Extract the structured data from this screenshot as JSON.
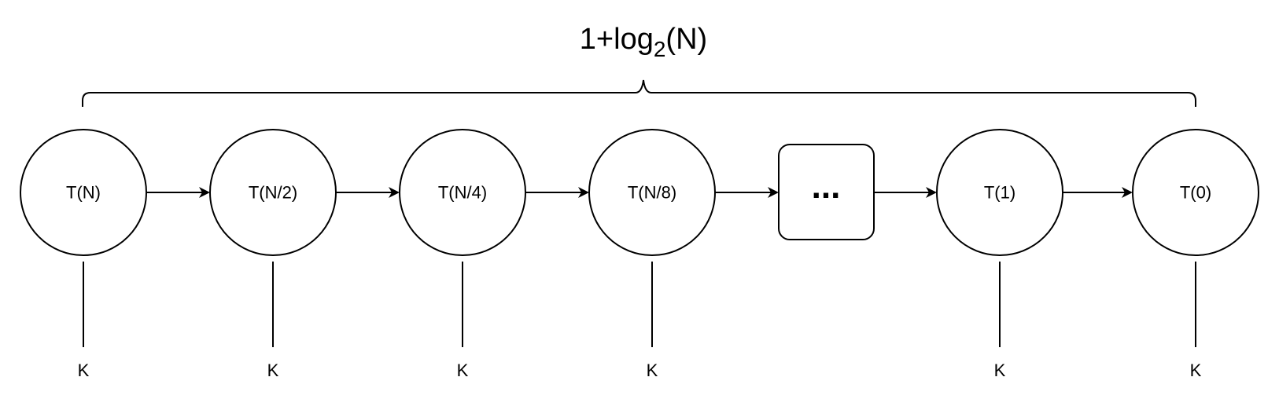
{
  "title": {
    "prefix": "1+log",
    "subscript": "2",
    "suffix": "(N)"
  },
  "nodes": [
    {
      "label": "T(N)",
      "shape": "circle",
      "bottom_label": "K"
    },
    {
      "label": "T(N/2)",
      "shape": "circle",
      "bottom_label": "K"
    },
    {
      "label": "T(N/4)",
      "shape": "circle",
      "bottom_label": "K"
    },
    {
      "label": "T(N/8)",
      "shape": "circle",
      "bottom_label": "K"
    },
    {
      "label": "...",
      "shape": "rounded-rect",
      "bottom_label": ""
    },
    {
      "label": "T(1)",
      "shape": "circle",
      "bottom_label": "K"
    },
    {
      "label": "T(0)",
      "shape": "circle",
      "bottom_label": "K"
    }
  ],
  "colors": {
    "stroke": "#000000",
    "fill": "#ffffff",
    "text": "#000000"
  }
}
